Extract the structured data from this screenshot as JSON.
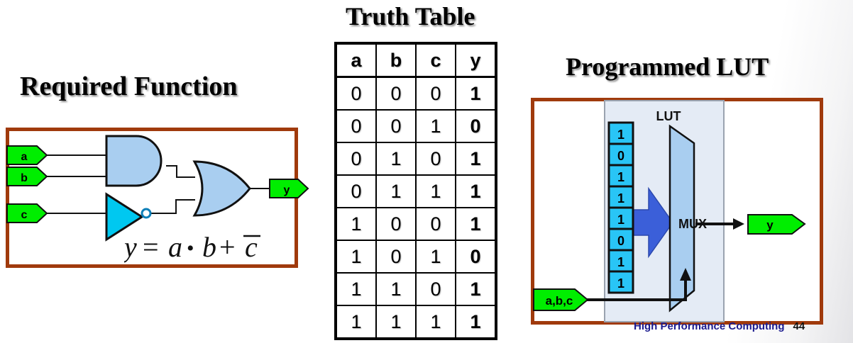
{
  "slide": {
    "background": "#ffffff",
    "accent_border": "#A03A0C"
  },
  "sections": {
    "required_function": {
      "title": "Required Function",
      "inputs": [
        "a",
        "b",
        "c"
      ],
      "output": "y",
      "gates": [
        "AND",
        "NOT",
        "OR"
      ],
      "equation_parts": {
        "lhs": "y",
        "eq": "=",
        "a": "a",
        "and_op": "•",
        "b": "b",
        "plus": "+",
        "c": "c"
      },
      "equation_text": "y = a • b + c̅",
      "colors": {
        "gate_fill": "#A9CEF0",
        "not_fill": "#00C8F0",
        "tag_fill": "#00EE00",
        "border": "#A03A0C"
      }
    },
    "truth_table": {
      "title": "Truth Table",
      "headers": [
        "a",
        "b",
        "c",
        "y"
      ],
      "rows": [
        [
          "0",
          "0",
          "0",
          "1"
        ],
        [
          "0",
          "0",
          "1",
          "0"
        ],
        [
          "0",
          "1",
          "0",
          "1"
        ],
        [
          "0",
          "1",
          "1",
          "1"
        ],
        [
          "1",
          "0",
          "0",
          "1"
        ],
        [
          "1",
          "0",
          "1",
          "0"
        ],
        [
          "1",
          "1",
          "0",
          "1"
        ],
        [
          "1",
          "1",
          "1",
          "1"
        ]
      ]
    },
    "programmed_lut": {
      "title": "Programmed LUT",
      "block_label": "LUT",
      "mux_label": "MUX",
      "select_input": "a,b,c",
      "output": "y",
      "cells": [
        "1",
        "0",
        "1",
        "1",
        "1",
        "0",
        "1",
        "1"
      ],
      "colors": {
        "panel_fill": "#E4EBF5",
        "cell_fill": "#29C5F6",
        "mux_fill": "#A9CEF0",
        "arrow_fill": "#3B5FD9",
        "tag_fill": "#00EE00",
        "border": "#A03A0C"
      }
    }
  },
  "footer": {
    "brand": "High Performance Computing",
    "page_number": "44",
    "brand_color": "#1B1B8F"
  }
}
